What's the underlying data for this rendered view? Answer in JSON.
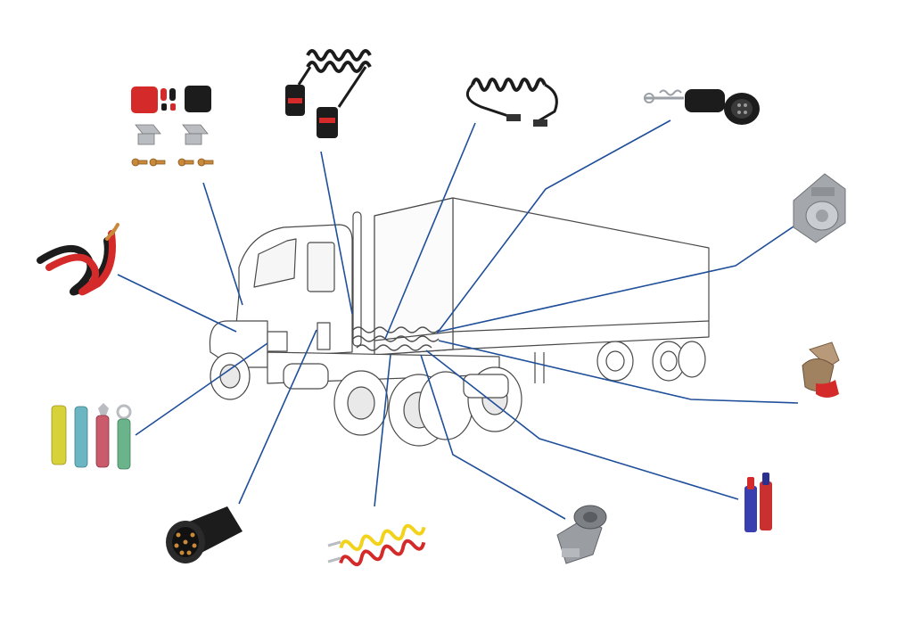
{
  "diagram": {
    "description_free": true,
    "colors": {
      "leader_line": "#1f4f9a",
      "truck_outline": "#4a4a4a",
      "truck_fill": "#ffffff",
      "wheel_fill": "#e9e9e9",
      "red": "#d42a2a",
      "black": "#1c1c1c",
      "yellow": "#f2d21a",
      "copper": "#c8893a",
      "chrome": "#b9bcc0",
      "blue": "#3a3fb0",
      "tan": "#b89a7a",
      "grey": "#8d9196"
    },
    "center_vehicle": {
      "icon": "semi-truck-with-box-trailer"
    },
    "components": [
      {
        "id": "battery-terminal-kit",
        "icon": "battery-terminals-and-lugs-icon"
      },
      {
        "id": "coiled-cable-with-plugs",
        "icon": "coiled-cable-with-plugs-icon"
      },
      {
        "id": "coiled-extension-lead",
        "icon": "coiled-lead-icon"
      },
      {
        "id": "plug-with-spring",
        "icon": "plug-with-spring-icon"
      },
      {
        "id": "trailer-socket",
        "icon": "trailer-socket-icon"
      },
      {
        "id": "brake-coupling-red",
        "icon": "gladhand-coupling-icon"
      },
      {
        "id": "heat-shrink-butt-connectors",
        "icon": "butt-connectors-icon"
      },
      {
        "id": "gladhand-grey",
        "icon": "gladhand-grey-icon"
      },
      {
        "id": "air-coil-yellow-red",
        "icon": "air-coils-icon"
      },
      {
        "id": "seven-pin-plug",
        "icon": "seven-pin-plug-icon"
      },
      {
        "id": "heat-shrink-terminals",
        "icon": "heat-shrink-terminals-icon"
      },
      {
        "id": "battery-cables",
        "icon": "battery-cable-icon"
      }
    ]
  }
}
